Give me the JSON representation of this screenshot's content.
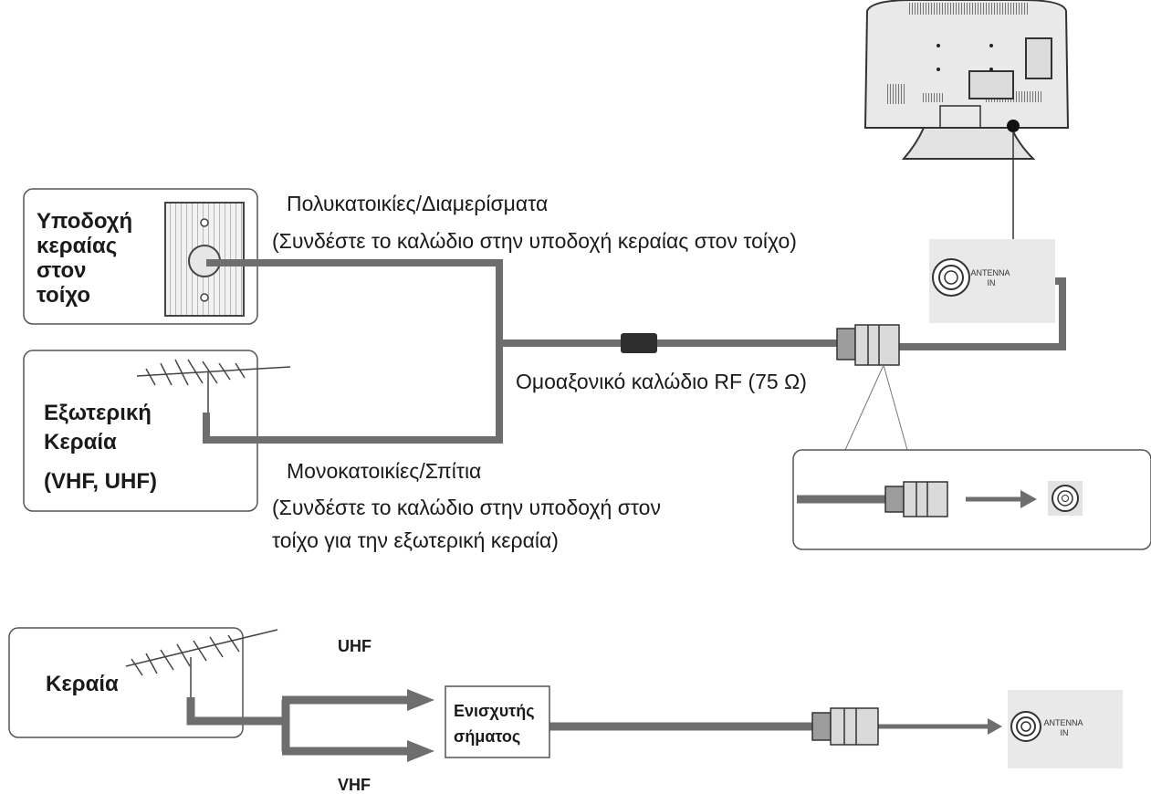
{
  "wall_outlet": {
    "label": [
      "Υποδοχή",
      "κεραίας",
      "στον",
      "τοίχο"
    ]
  },
  "outdoor_antenna": {
    "label": [
      "Εξωτερική",
      "Κεραία",
      "(VHF, UHF)"
    ]
  },
  "apartments": {
    "title": "Πολυκατοικίες/Διαμερίσματα",
    "note": "(Συνδέστε το καλώδιο στην υποδοχή κεραίας στον τοίχο)"
  },
  "houses": {
    "title": "Μονοκατοικίες/Σπίτια",
    "note": [
      "(Συνδέστε το καλώδιο στην υποδοχή στον",
      "τοίχο για την εξωτερική κεραία)"
    ]
  },
  "cable_label": "Ομοαξονικό καλώδιο RF (75 Ω)",
  "antenna_in": [
    "ANTENNA",
    "IN"
  ],
  "antenna_in_bottom": [
    "ANTENNA",
    "IN"
  ],
  "bottom_antenna": {
    "label": "Κεραία"
  },
  "amplifier": {
    "label": [
      "Ενισχυτής",
      "σήματος"
    ]
  },
  "bands": {
    "upper": "UHF",
    "lower": "VHF"
  }
}
